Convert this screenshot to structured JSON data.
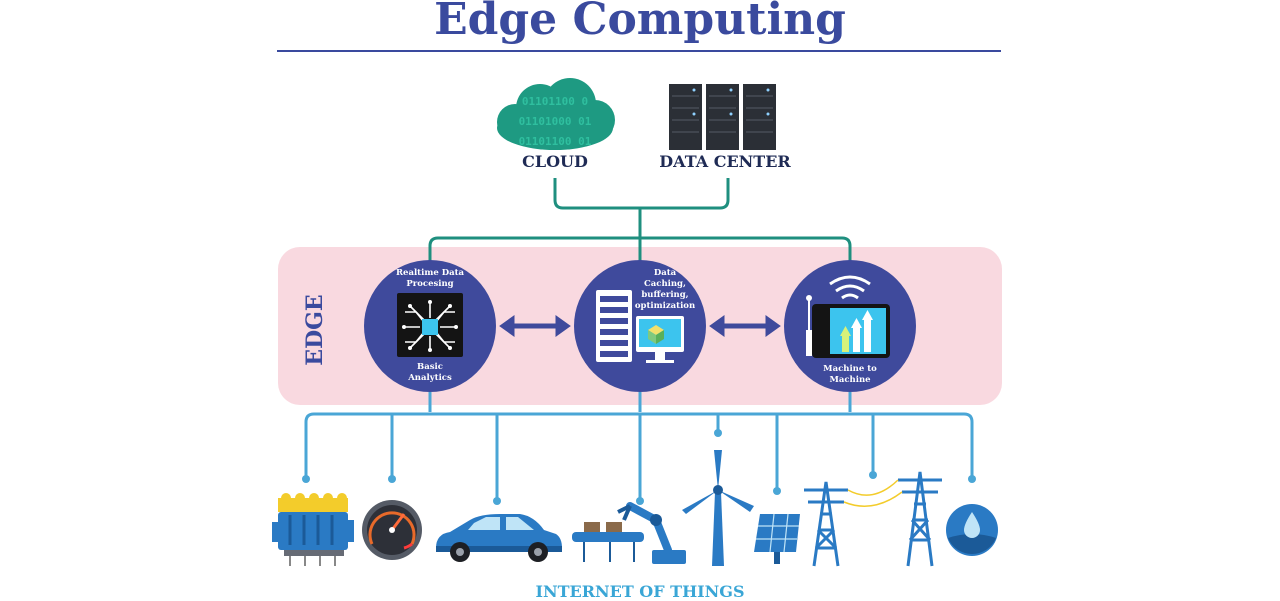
{
  "title": "Edge Computing",
  "top": {
    "cloud_label": "CLOUD",
    "cloud_binary": [
      "01101100 0",
      "01101000 01",
      "01101100 01"
    ],
    "datacenter_label": "DATA CENTER"
  },
  "edge": {
    "label": "EDGE",
    "nodes": [
      {
        "top_text": [
          "Realtime Data",
          "Procesing"
        ],
        "bottom_text": [
          "Basic",
          "Analytics"
        ]
      },
      {
        "top_text": [
          "Data",
          "Caching,",
          "buffering,",
          "optimization"
        ],
        "bottom_text": []
      },
      {
        "top_text": [],
        "bottom_text": [
          "Machine to",
          "Machine"
        ]
      }
    ]
  },
  "iot_label": "INTERNET OF THINGS",
  "colors": {
    "title": "#3a4a9e",
    "node_fill": "#3f4a9c",
    "edge_band": "#f9d9e0",
    "connector_top": "#1f8f7f",
    "connector_bottom": "#4aa6d6",
    "iot_label": "#3aa6d6"
  },
  "icons": [
    "cloud-icon",
    "server-rack-icon",
    "chip-icon",
    "server-monitor-icon",
    "tablet-chart-icon",
    "engine-icon",
    "gauge-icon",
    "car-icon",
    "robot-arm-icon",
    "wind-turbine-icon",
    "solar-panel-icon",
    "power-tower-icon",
    "water-drop-icon"
  ]
}
